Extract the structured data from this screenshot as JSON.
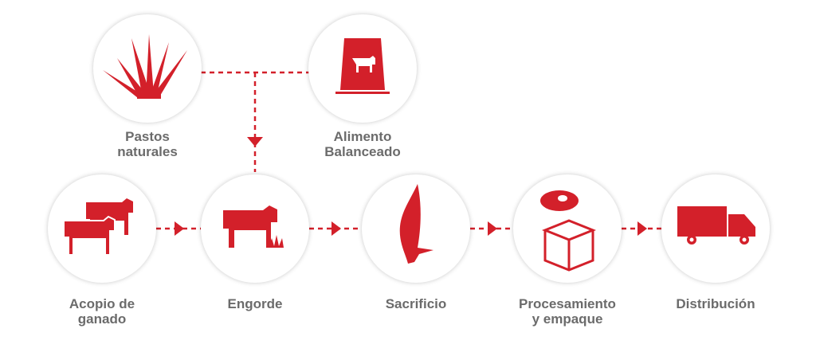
{
  "colors": {
    "accent": "#d3202a",
    "text": "#6b6b6b"
  },
  "nodes": [
    {
      "id": "pastos",
      "label_1": "Pastos",
      "label_2": "naturales",
      "icon": "grass-icon"
    },
    {
      "id": "alimento",
      "label_1": "Alimento",
      "label_2": "Balanceado",
      "icon": "feed-bag-icon"
    },
    {
      "id": "acopio",
      "label_1": "Acopio de",
      "label_2": "ganado",
      "icon": "cattle-herd-icon"
    },
    {
      "id": "engorde",
      "label_1": "Engorde",
      "label_2": "",
      "icon": "cow-grazing-icon"
    },
    {
      "id": "sacrificio",
      "label_1": "Sacrificio",
      "label_2": "",
      "icon": "carcass-icon"
    },
    {
      "id": "procesamiento",
      "label_1": "Procesamiento",
      "label_2": "y empaque",
      "icon": "steak-box-icon"
    },
    {
      "id": "distribucion",
      "label_1": "Distribución",
      "label_2": "",
      "icon": "truck-icon"
    }
  ]
}
